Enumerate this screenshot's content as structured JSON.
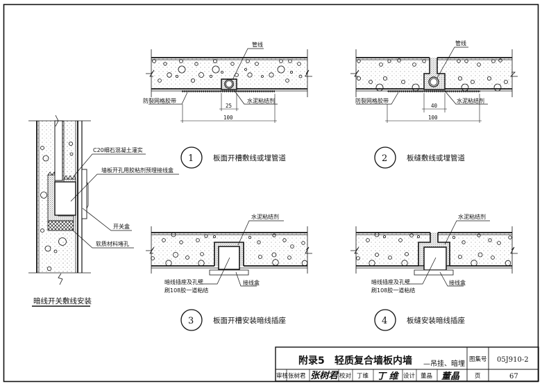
{
  "sheet": {
    "title_prefix": "附录5",
    "title_main": "轻质复合墙板内墙",
    "title_suffix": "—吊挂、暗埋",
    "atlas_label": "图集号",
    "atlas_no": "05J910-2",
    "page_label": "页",
    "page_no": "67",
    "review_label": "审核",
    "review_name": "张树君",
    "review_sig": "张树君",
    "check_label": "校对",
    "check_name": "丁维",
    "check_sig": "丁 维",
    "design_label": "设计",
    "design_name": "董晶",
    "design_sig": "董晶"
  },
  "detail_left": {
    "title": "暗线开关敷线安装",
    "labels": {
      "concrete_fill": "C20细石混凝土灌实",
      "box_glue": "墙板开孔用胶粘剂预埋接线盒",
      "switch_box": "开关盒",
      "soft_plug": "软质材料堵孔"
    }
  },
  "details": [
    {
      "number": "1",
      "caption": "板面开槽敷线或埋管道",
      "labels": {
        "pipe": "管线",
        "mesh_tape": "防裂网格胶带",
        "cement_adhesive": "水泥粘结剂"
      },
      "dims": {
        "inner": "25",
        "outer": "100"
      }
    },
    {
      "number": "2",
      "caption": "板缝敷线或埋管道",
      "labels": {
        "pipe": "管线",
        "mesh_tape": "防裂网格胶带",
        "cement_adhesive": "水泥粘结剂"
      },
      "dims": {
        "inner": "40",
        "outer": "100"
      }
    },
    {
      "number": "3",
      "caption": "板面开槽安装暗线插座",
      "labels": {
        "cement_adhesive": "水泥粘结剂",
        "socket_line1": "暗线插座及孔壁",
        "socket_line2": "刷108胶一道粘结",
        "junction_box": "接线盒"
      }
    },
    {
      "number": "4",
      "caption": "板缝安装暗线插座",
      "labels": {
        "cement_adhesive": "水泥粘结剂",
        "socket_line1": "暗线插座及孔壁",
        "socket_line2": "刷108胶一道粘结",
        "junction_box": "接线盒"
      }
    }
  ]
}
